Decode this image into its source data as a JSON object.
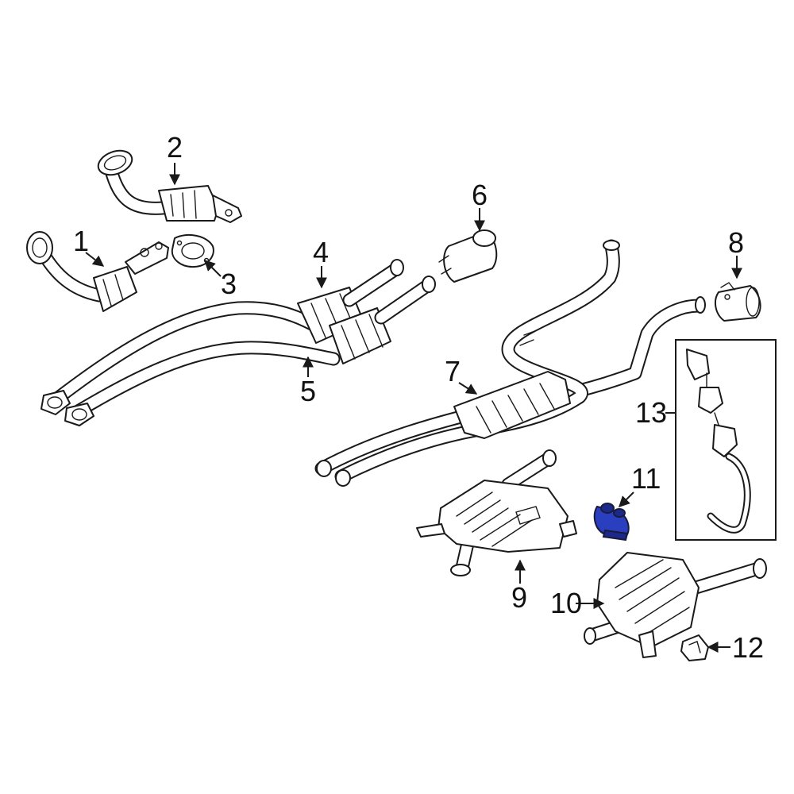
{
  "colors": {
    "line": "#1a1a1a",
    "highlight": "#2a3fbf",
    "highlight_dark": "#1b2a8a",
    "background": "#ffffff"
  },
  "callouts": [
    {
      "id": "1",
      "label": "1"
    },
    {
      "id": "2",
      "label": "2"
    },
    {
      "id": "3",
      "label": "3"
    },
    {
      "id": "4",
      "label": "4"
    },
    {
      "id": "5",
      "label": "5"
    },
    {
      "id": "6",
      "label": "6"
    },
    {
      "id": "7",
      "label": "7"
    },
    {
      "id": "8",
      "label": "8"
    },
    {
      "id": "9",
      "label": "9"
    },
    {
      "id": "10",
      "label": "10"
    },
    {
      "id": "11",
      "label": "11"
    },
    {
      "id": "12",
      "label": "12"
    },
    {
      "id": "13",
      "label": "13"
    }
  ],
  "highlighted_part": "11"
}
